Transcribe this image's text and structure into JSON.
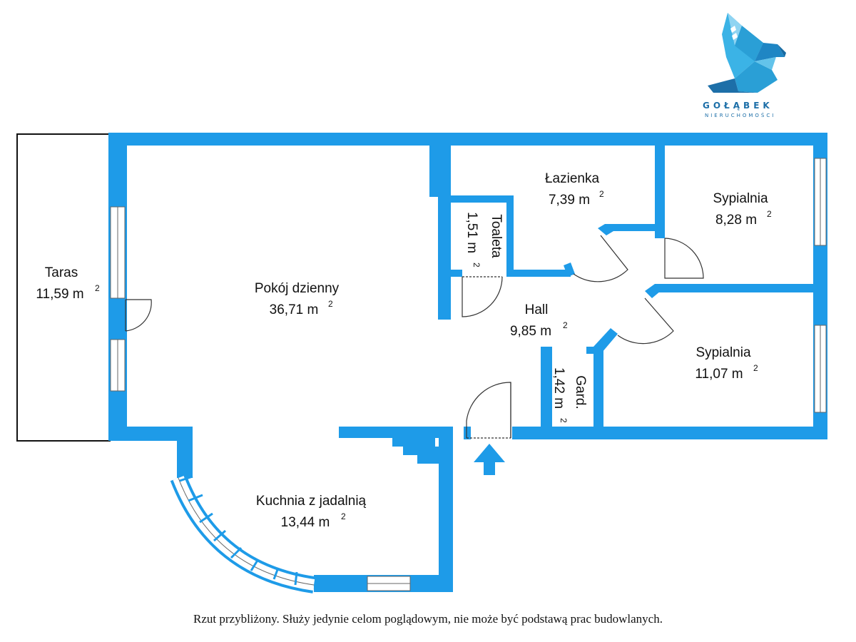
{
  "colors": {
    "wall": "#1e9be8",
    "window": "#ffffff",
    "outline": "#111111",
    "logo_primary": "#2a9fd6",
    "logo_dark": "#1d6fa8"
  },
  "logo": {
    "name": "GOŁĄBEK",
    "subtitle": "NIERUCHOMOŚCI"
  },
  "rooms": {
    "taras": {
      "name": "Taras",
      "area": "11,59 m",
      "sup": "2"
    },
    "pokoj": {
      "name": "Pokój dzienny",
      "area": "36,71 m",
      "sup": "2"
    },
    "lazienka": {
      "name": "Łazienka",
      "area": "7,39 m",
      "sup": "2"
    },
    "sypialnia1": {
      "name": "Sypialnia",
      "area": "8,28 m",
      "sup": "2"
    },
    "toaleta": {
      "name": "Toaleta",
      "area": "1,51 m",
      "sup": "2"
    },
    "hall": {
      "name": "Hall",
      "area": "9,85 m",
      "sup": "2"
    },
    "sypialnia2": {
      "name": "Sypialnia",
      "area": "11,07 m",
      "sup": "2"
    },
    "gard": {
      "name": "Gard.",
      "area": "1,42 m",
      "sup": "2"
    },
    "kuchnia": {
      "name": "Kuchnia  z jadalnią",
      "area": "13,44 m",
      "sup": "2"
    }
  },
  "icons": {
    "entrance": "arrow-up-icon",
    "logo": "pigeon-logo-icon"
  },
  "disclaimer": "Rzut przybliżony. Służy jedynie celom poglądowym, nie może być podstawą prac budowlanych."
}
